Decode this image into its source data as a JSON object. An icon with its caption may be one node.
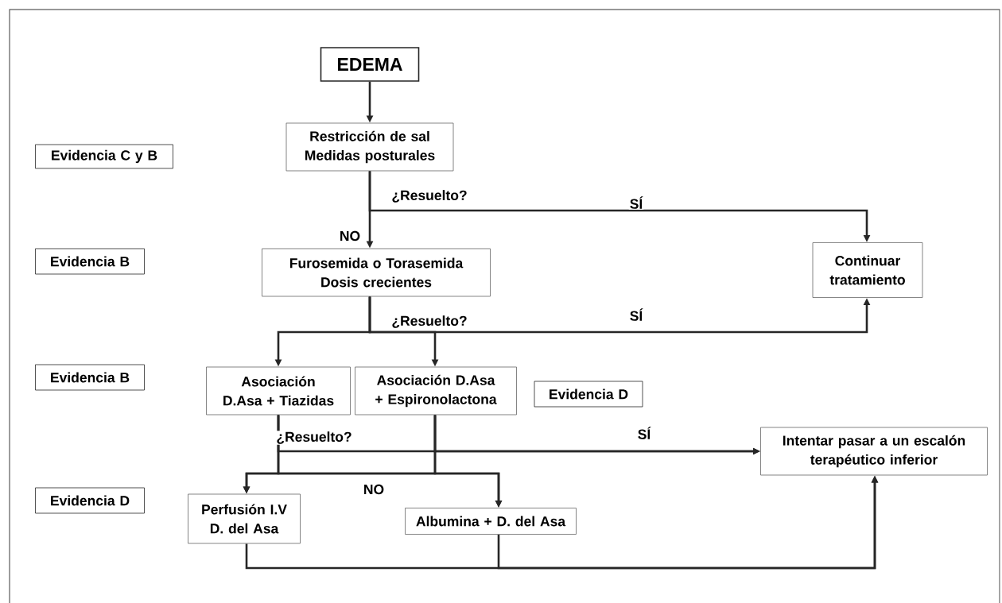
{
  "diagram": {
    "nodes": [
      {
        "text": [
          "EDEMA"
        ]
      },
      {
        "text": [
          "Restricción de sal Medidas posturales"
        ]
      },
      {
        "text": [
          "Evidencia C y B"
        ]
      },
      {
        "text": [
          "Evidencia B"
        ]
      },
      {
        "text": [
          "Furosemida o Torasemida Dosis crecientes"
        ]
      },
      {
        "text": [
          "Continuar tratamiento"
        ]
      },
      {
        "text": [
          "Evidencia B"
        ]
      },
      {
        "text": [
          "Asociación D.Asa + Tiazidas"
        ]
      },
      {
        "text": [
          "Asociación D.Asa + Espironolactona"
        ]
      },
      {
        "text": [
          "Evidencia D"
        ]
      },
      {
        "text": [
          "Intentar pasar a un escalón terapéutico inferior"
        ]
      },
      {
        "text": [
          "Evidencia D"
        ]
      },
      {
        "text": [
          "Perfusión I.V D. del Asa"
        ]
      },
      {
        "text": [
          "Albumina + D. del Asa"
        ]
      }
    ],
    "edges": [
      {
        "from": 0,
        "to": 1,
        "arrow": "to"
      },
      {
        "from": 1,
        "to": 4,
        "arrow": "to",
        "label": "NO"
      },
      {
        "from": 1,
        "to": 5,
        "arrow": "to",
        "label": "SÍ"
      },
      {
        "from": 4,
        "to": 5,
        "arrow": "to",
        "label": "SÍ"
      },
      {
        "from": 4,
        "to": 7,
        "arrow": "to"
      },
      {
        "from": 4,
        "to": 8,
        "arrow": "to"
      },
      {
        "from": 7,
        "to": 10,
        "arrow": "to",
        "label": "SÍ"
      },
      {
        "from": 8,
        "to": 10,
        "arrow": "to"
      },
      {
        "from": 7,
        "to": 12,
        "arrow": "to"
      },
      {
        "from": 7,
        "to": 13,
        "arrow": "to",
        "label": "NO"
      },
      {
        "from": 8,
        "to": 12,
        "arrow": "to"
      },
      {
        "from": 8,
        "to": 13,
        "arrow": "to"
      },
      {
        "from": 12,
        "to": 10,
        "arrow": "to"
      },
      {
        "from": 13,
        "to": 10,
        "arrow": "to"
      }
    ],
    "labels": [
      "¿Resuelto?",
      "¿Resuelto?",
      "¿Resuelto?"
    ]
  }
}
